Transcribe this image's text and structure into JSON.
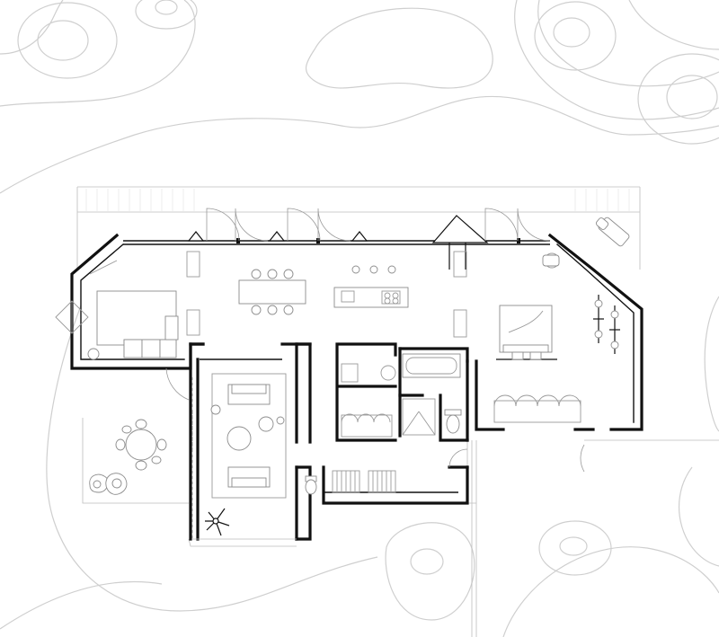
{
  "drawing": {
    "kind": "architectural floor plan",
    "text_labels": []
  },
  "colors": {
    "background": "#ffffff",
    "walls": "#111111",
    "furniture": "#8c8c8c",
    "contours": "#cfcfcf"
  },
  "icons": [
    "site-contour-lines",
    "floor-plan-walls",
    "dining-table-icon",
    "kitchen-island-icon",
    "sofa-icon",
    "bed-icon",
    "bathtub-icon",
    "toilet-icon",
    "stairs-icon",
    "round-table-icon",
    "potted-plant-icon",
    "sunlounger-icon",
    "bicycle-icon"
  ]
}
